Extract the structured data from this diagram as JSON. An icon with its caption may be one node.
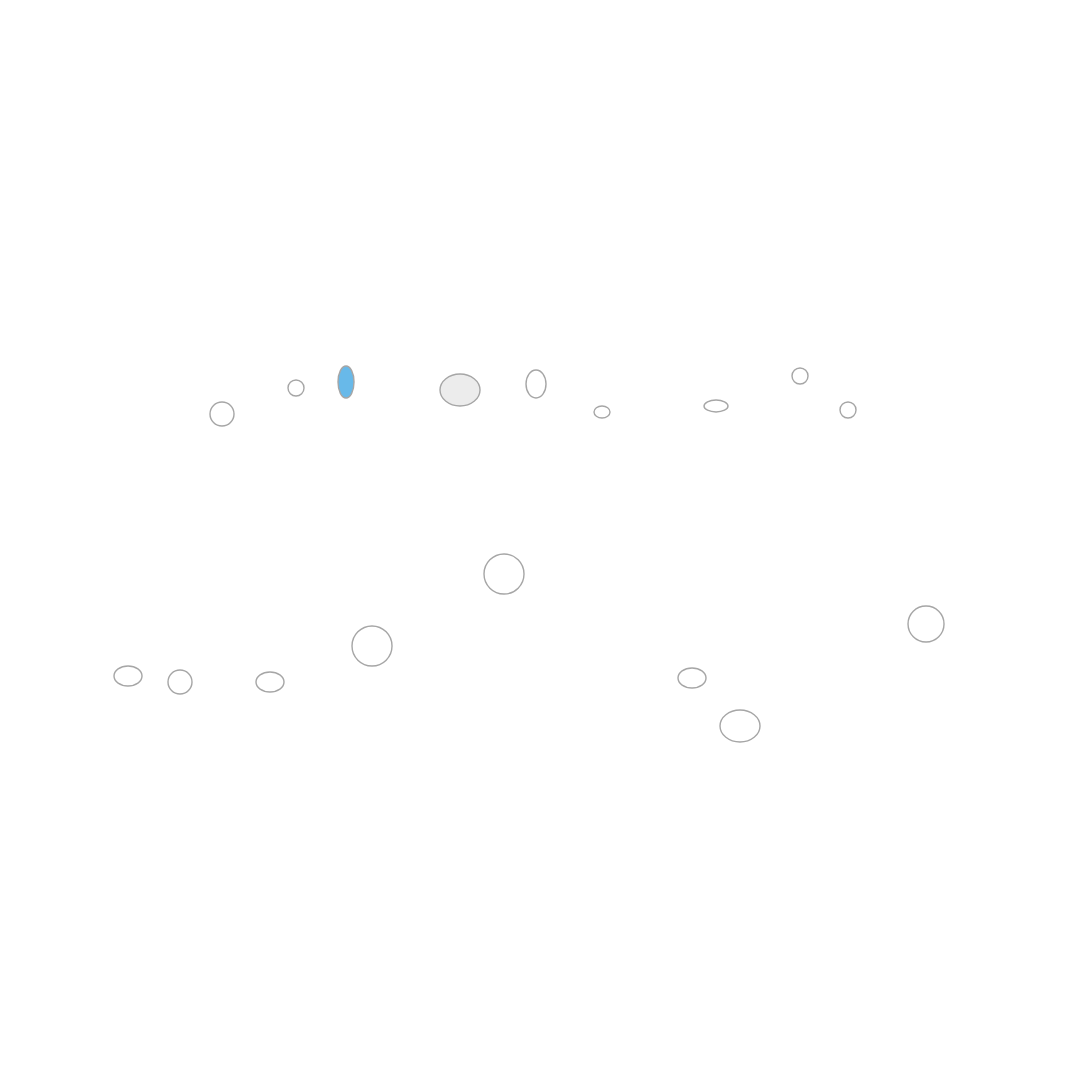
{
  "diagram": {
    "nodes": [
      {
        "text": [],
        "shape": "circle"
      },
      {
        "text": [],
        "shape": "circle"
      },
      {
        "text": [],
        "shape": "circle"
      },
      {
        "text": [],
        "shape": "circle"
      },
      {
        "text": [],
        "shape": "circle"
      },
      {
        "text": [],
        "shape": "circle"
      },
      {
        "text": [],
        "shape": "circle"
      },
      {
        "text": [],
        "shape": "circle"
      },
      {
        "text": [],
        "shape": "circle"
      },
      {
        "text": [],
        "shape": "circle"
      },
      {
        "text": [],
        "shape": "circle"
      },
      {
        "text": [],
        "shape": "circle"
      },
      {
        "text": [],
        "shape": "circle"
      },
      {
        "text": [],
        "shape": "circle"
      },
      {
        "text": [],
        "shape": "circle"
      },
      {
        "text": [],
        "shape": "circle"
      },
      {
        "text": [],
        "shape": "circle"
      }
    ]
  }
}
